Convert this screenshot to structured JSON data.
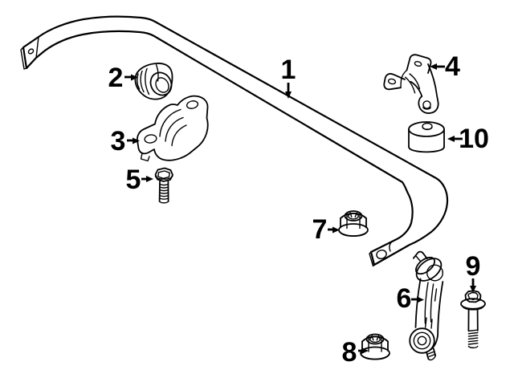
{
  "diagram": {
    "type": "exploded-parts-line-drawing",
    "description": "Stabilizer (sway) bar and related components with numbered callouts",
    "background_color": "#ffffff",
    "line_color": "#000000",
    "callouts": [
      {
        "label": "1",
        "arrow": "down"
      },
      {
        "label": "2",
        "arrow": "right"
      },
      {
        "label": "3",
        "arrow": "right"
      },
      {
        "label": "4",
        "arrow": "left"
      },
      {
        "label": "5",
        "arrow": "right"
      },
      {
        "label": "6",
        "arrow": "right"
      },
      {
        "label": "7",
        "arrow": "right"
      },
      {
        "label": "8",
        "arrow": "right"
      },
      {
        "label": "9",
        "arrow": "down"
      },
      {
        "label": "10",
        "arrow": "left"
      }
    ]
  }
}
